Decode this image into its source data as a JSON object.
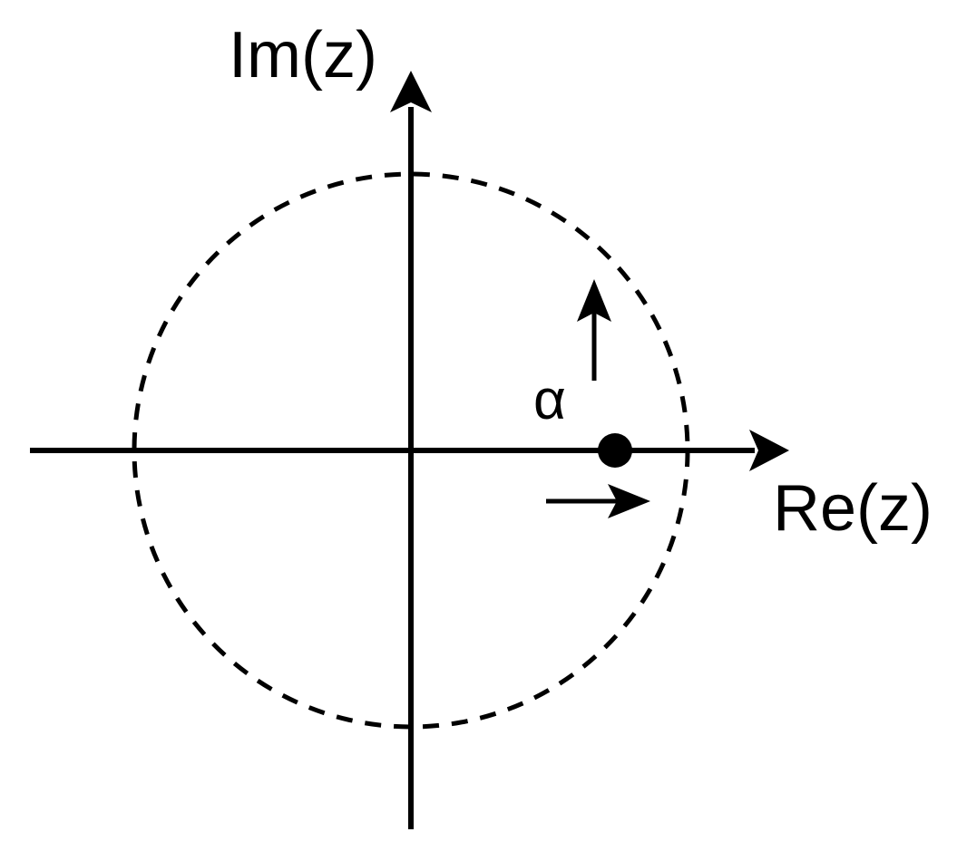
{
  "diagram": {
    "type": "complex-plane",
    "axes": {
      "imaginary_label": "Im(z)",
      "real_label": "Re(z)"
    },
    "point": {
      "label": "α"
    },
    "circle": {
      "style": "dashed"
    },
    "colors": {
      "stroke": "#000000",
      "background": "#ffffff"
    }
  }
}
